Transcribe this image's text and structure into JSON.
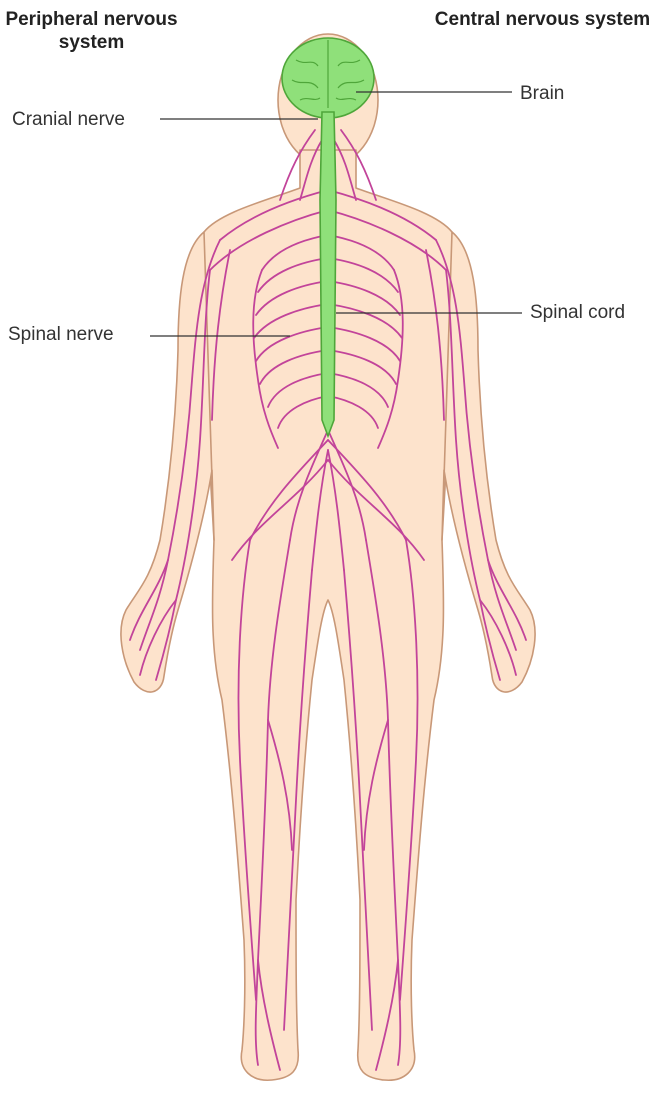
{
  "headings": {
    "peripheral": "Peripheral nervous system",
    "central": "Central nervous system"
  },
  "labels": {
    "brain": "Brain",
    "cranial_nerve": "Cranial nerve",
    "spinal_nerve": "Spinal nerve",
    "spinal_cord": "Spinal cord"
  },
  "colors": {
    "skin": "#fde3cc",
    "outline": "#c89878",
    "nerve": "#c2449a",
    "cns": "#8fe07a",
    "cns_outline": "#4fa63a",
    "leader": "#333333"
  }
}
